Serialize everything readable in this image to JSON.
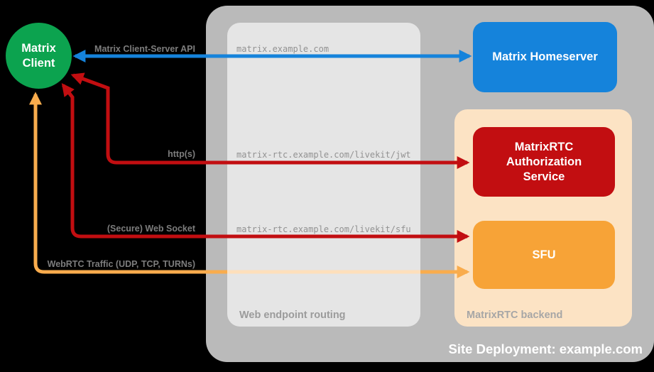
{
  "deployment": {
    "title": "Site Deployment: example.com"
  },
  "nodes": {
    "client": "Matrix Client",
    "homeserver": "Matrix Homeserver",
    "auth_service": "MatrixRTC Authorization Service",
    "sfu": "SFU"
  },
  "groups": {
    "routing_label": "Web endpoint routing",
    "backend_label": "MatrixRTC backend"
  },
  "connections": [
    {
      "label": "Matrix Client-Server API",
      "endpoint": "matrix.example.com",
      "from": "Matrix Client",
      "to": "Matrix Homeserver",
      "bidirectional": true
    },
    {
      "label": "http(s)",
      "endpoint": "matrix-rtc.example.com/livekit/jwt",
      "from": "Matrix Client",
      "to": "MatrixRTC Authorization Service",
      "bidirectional": true
    },
    {
      "label": "(Secure) Web Socket",
      "endpoint": "matrix-rtc.example.com/livekit/sfu",
      "from": "Matrix Client",
      "to": "SFU",
      "bidirectional": true
    },
    {
      "label": "WebRTC Traffic (UDP, TCP, TURNs)",
      "endpoint": "",
      "from": "Matrix Client",
      "to": "SFU",
      "bidirectional": true
    }
  ],
  "colors": {
    "background": "#000000",
    "outer_gray": "#bababa",
    "inner_overlay": "rgba(255,255,255,0.62)",
    "backend_peach": "#fce3c4",
    "client_green": "#0ca34f",
    "homeserver_blue": "#1583db",
    "auth_red": "#c20e11",
    "sfu_orange": "#f7a337",
    "webrtc_arrow_orange": "#f9ac4d",
    "label_gray": "#7d7d7d",
    "url_gray": "#929292"
  }
}
